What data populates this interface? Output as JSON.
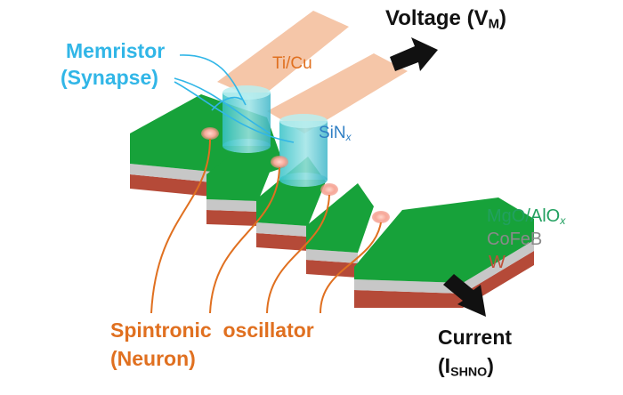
{
  "labels": {
    "voltage": {
      "main": "Voltage (V",
      "sub": "M",
      "end": ")"
    },
    "memristor": {
      "line1": "Memristor",
      "line2": "(Synapse)"
    },
    "ticu": "Ti/Cu",
    "sin": {
      "main": "SiN",
      "sub": "x"
    },
    "mgo": {
      "main": "MgO/AlO",
      "sub": "x"
    },
    "cofeb": "CoFeB",
    "w": "W",
    "spin": {
      "line1": "Spintronic  oscillator",
      "line2": "(Neuron)"
    },
    "current": {
      "line1": "Current",
      "main": "(I",
      "sub": "SHNO",
      "end": ")"
    }
  },
  "colors": {
    "memristor_text": "#31b6e7",
    "oscillator_text": "#e07020",
    "ticu": "#f5c6a8",
    "sin_text": "#2f7fc4",
    "mgo_top": "#17a23a",
    "mgo_text": "#22a060",
    "cofeb": "#c7c7c7",
    "cofeb_text": "#8a8a8a",
    "w": "#b54a38",
    "w_text": "#c0503a",
    "spot": "#f7a99a",
    "black": "#111111"
  },
  "icons": [
    "voltage-arrow-icon",
    "current-arrow-icon",
    "memristor-pillar-icon",
    "oscillator-spot-icon"
  ]
}
